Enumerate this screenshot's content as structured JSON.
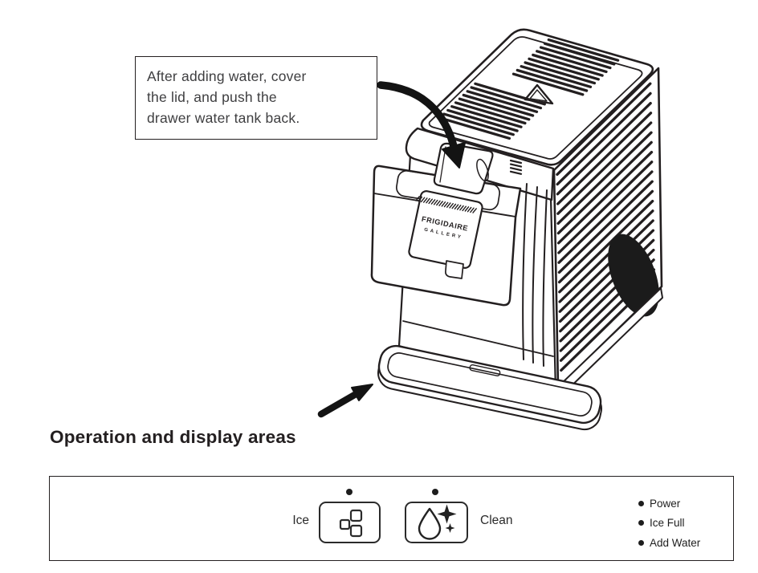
{
  "callout": {
    "lines": [
      "After adding water, cover",
      "the lid, and push the",
      "drawer water tank back."
    ]
  },
  "device": {
    "brand": "FRIGIDAIRE",
    "brand_sub": "GALLERY"
  },
  "section_heading": "Operation and display areas",
  "control_panel": {
    "ice_label": "Ice",
    "clean_label": "Clean",
    "indicators": [
      "Power",
      "Ice Full",
      "Add Water"
    ],
    "icons": {
      "ice_button": "ice-cubes-icon",
      "clean_button": "water-drop-sparkles-icon",
      "ice_led": "led-dot",
      "clean_led": "led-dot"
    }
  },
  "colors": {
    "ink": "#231f20",
    "callout_text": "#3e3e40"
  }
}
